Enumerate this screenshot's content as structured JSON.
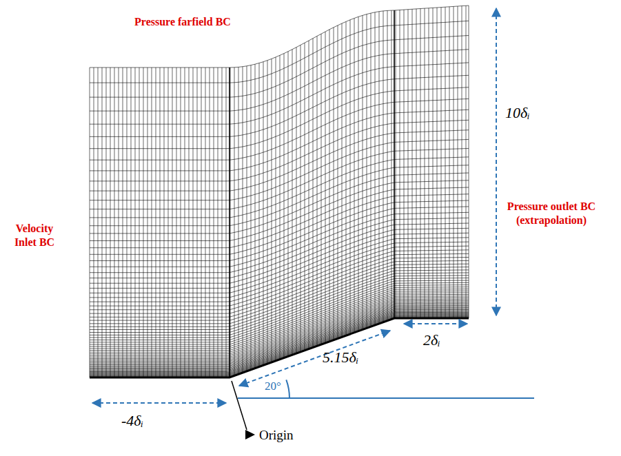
{
  "diagram": {
    "labels": [
      "Pressure farfield BC",
      "10δᵢ",
      "Velocity Inlet BC",
      "Pressure outlet BC (extrapolation)",
      "2δᵢ",
      "5.15δᵢ",
      "20°",
      "-4δᵢ",
      "Origin"
    ]
  }
}
